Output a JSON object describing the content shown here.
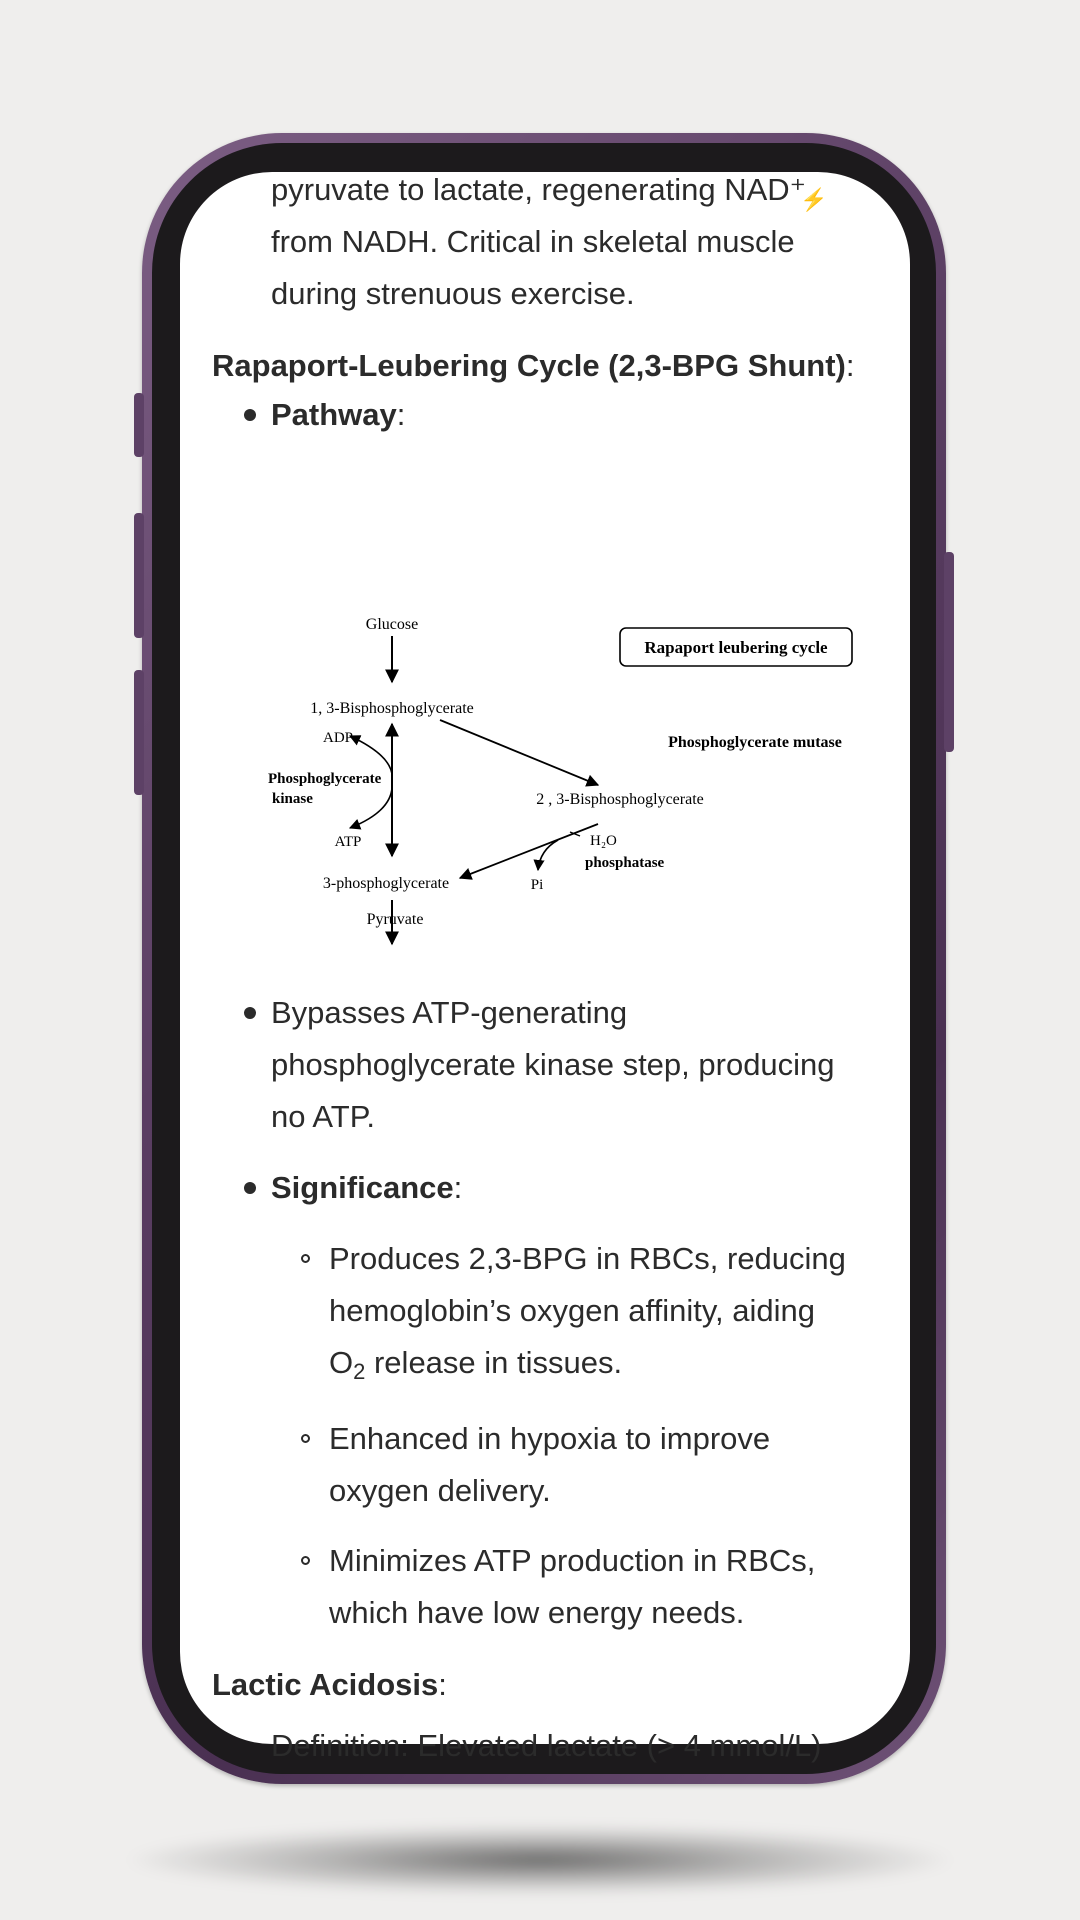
{
  "article": {
    "intro_lines": [
      "pyruvate to lactate, regenerating NAD⁺",
      "from NADH. Critical in skeletal muscle",
      "during strenuous exercise."
    ],
    "section1_heading": "Rapaport-Leubering Cycle (2,3-BPG Shunt)",
    "section1_colon": ":",
    "pathway_label": "Pathway",
    "pathway_colon": ":",
    "bypass_lines": [
      "Bypasses ATP-generating",
      "phosphoglycerate kinase step, producing",
      "no ATP."
    ],
    "significance_label": "Significance",
    "significance_colon": ":",
    "sig1_lines": [
      "Produces 2,3-BPG in RBCs, reducing",
      "hemoglobin’s oxygen affinity, aiding"
    ],
    "sig1_o": "O",
    "sig1_sub": "2",
    "sig1_tail": " release in tissues.",
    "sig2_lines": [
      "Enhanced in hypoxia to improve",
      "oxygen delivery."
    ],
    "sig3_lines": [
      "Minimizes ATP production in RBCs,",
      "which have low energy needs."
    ],
    "section2_heading": "Lactic Acidosis",
    "section2_colon": ":",
    "cut_off_line": "Definition: Elevated lactate (> 4 mmol/L)"
  },
  "diagram": {
    "title_box": "Rapaport leubering cycle",
    "glucose": "Glucose",
    "bpg13": "1, 3-Bisphosphoglycerate",
    "adp": "ADP",
    "pgk_1": "Phosphoglycerate",
    "pgk_2": "kinase",
    "atp": "ATP",
    "pg3": "3-phosphoglycerate",
    "pyruvate": "Pyruvate",
    "mutase": "Phosphoglycerate mutase",
    "bpg23": "2 , 3-Bisphosphoglycerate",
    "h2o": "H₂O",
    "phosphatase": "phosphatase",
    "pi": "Pi"
  }
}
